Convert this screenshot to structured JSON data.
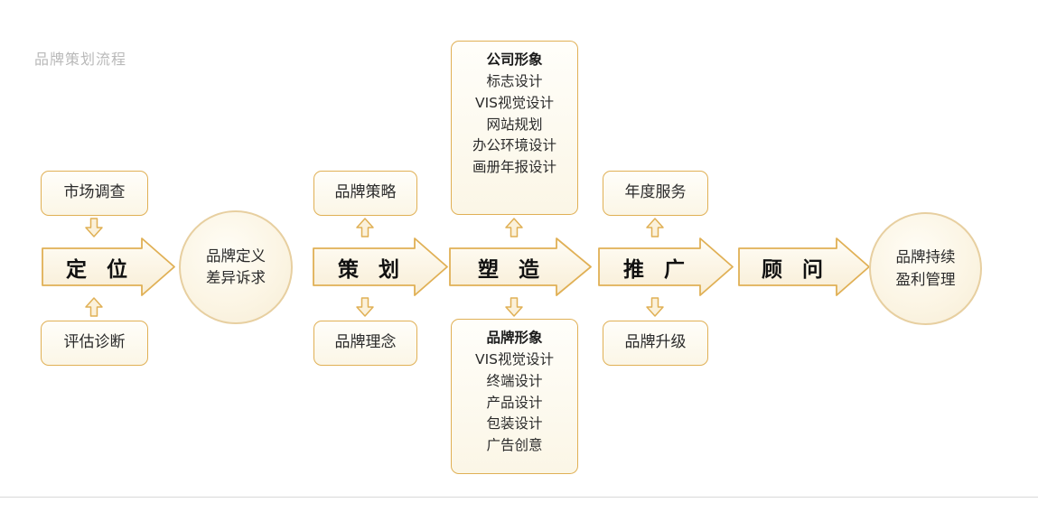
{
  "page": {
    "title": "品牌策划流程",
    "background": "#ffffff",
    "title_color": "#b9b9b9",
    "border_color": "#e0b055",
    "fill_color": "#fbf6e6",
    "circle_border_color": "#e7cfa0",
    "rule_color": "#d8d8d8"
  },
  "stages": [
    {
      "id": "stage-positioning",
      "label": "定 位",
      "top_box": {
        "label": "市场调查"
      },
      "bottom_box": {
        "label": "评估诊断"
      },
      "top_connector": "arrow-down",
      "bottom_connector": "arrow-up"
    },
    {
      "id": "stage-planning",
      "label": "策 划",
      "top_box": {
        "label": "品牌策略"
      },
      "bottom_box": {
        "label": "品牌理念"
      },
      "top_connector": "arrow-up",
      "bottom_connector": "arrow-down"
    },
    {
      "id": "stage-shaping",
      "label": "塑 造",
      "top_box": {
        "header": "公司形象",
        "items": [
          "标志设计",
          "VIS视觉设计",
          "网站规划",
          "办公环境设计",
          "画册年报设计"
        ]
      },
      "bottom_box": {
        "header": "品牌形象",
        "items": [
          "VIS视觉设计",
          "终端设计",
          "产品设计",
          "包装设计",
          "广告创意"
        ]
      },
      "top_connector": "arrow-up",
      "bottom_connector": "arrow-down"
    },
    {
      "id": "stage-promotion",
      "label": "推 广",
      "top_box": {
        "label": "年度服务"
      },
      "bottom_box": {
        "label": "品牌升级"
      },
      "top_connector": "arrow-up",
      "bottom_connector": "arrow-down"
    },
    {
      "id": "stage-consulting",
      "label": "顾 问",
      "top_box": null,
      "bottom_box": null
    }
  ],
  "circles": [
    {
      "id": "circle-brand-definition",
      "line1": "品牌定义",
      "line2": "差异诉求"
    },
    {
      "id": "circle-profit-management",
      "line1": "品牌持续",
      "line2": "盈利管理"
    }
  ]
}
